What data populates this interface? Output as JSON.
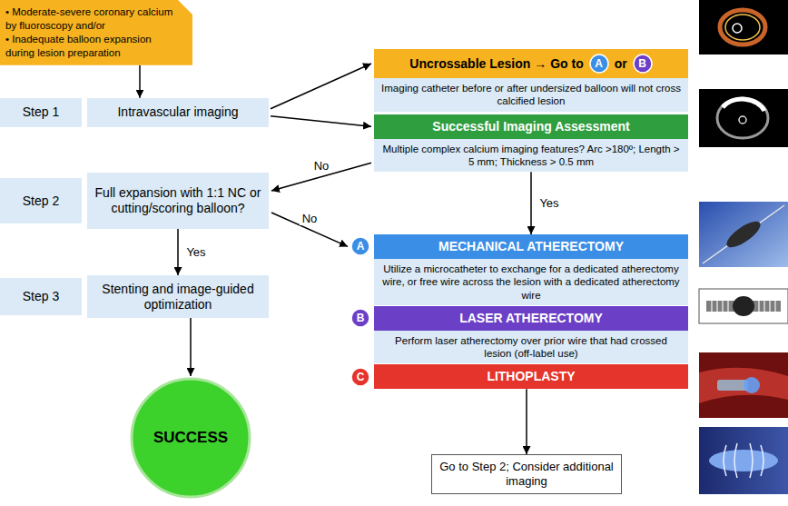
{
  "diagram": {
    "nodes": [
      {
        "text": [
          "• Moderate-severe coronary calcium by fluoroscopy and/or",
          "• Inadequate balloon expansion during lesion preparation"
        ]
      },
      {
        "text": [
          "Step 1"
        ]
      },
      {
        "text": [
          "Intravascular imaging"
        ]
      },
      {
        "text": [
          "Step 2"
        ]
      },
      {
        "text": [
          "Full expansion with 1:1 NC or cutting/scoring balloon?"
        ]
      },
      {
        "text": [
          "Step 3"
        ]
      },
      {
        "text": [
          "Stenting and image-guided optimization"
        ]
      },
      {
        "text": [
          "SUCCESS"
        ]
      },
      {
        "text": [
          "Uncrossable Lesion → Go to",
          "or",
          "Imaging catheter before or after undersized balloon will not cross calcified lesion"
        ]
      },
      {
        "text": [
          "A"
        ],
        "in": 8
      },
      {
        "text": [
          "B"
        ],
        "in": 8
      },
      {
        "text": [
          "Successful Imaging Assessment",
          "Multiple complex calcium imaging features? Arc >180º; Length > 5 mm; Thickness > 0.5 mm"
        ]
      },
      {
        "text": [
          "A"
        ]
      },
      {
        "text": [
          "MECHANICAL ATHERECTOMY",
          "Utilize a microcatheter to exchange for a dedicated atherectomy wire, or free wire across the lesion with a dedicated atherectomy wire"
        ]
      },
      {
        "text": [
          "B"
        ]
      },
      {
        "text": [
          "LASER ATHERECTOMY",
          "Perform laser atherectomy over prior wire that had crossed lesion (off-label use)"
        ]
      },
      {
        "text": [
          "C"
        ]
      },
      {
        "text": [
          "LITHOPLASTY"
        ]
      },
      {
        "text": [
          "Go to Step 2; Consider additional imaging"
        ]
      }
    ],
    "edges": [
      {
        "from": 0,
        "to": 2,
        "arrow": "to"
      },
      {
        "from": 2,
        "to": 8,
        "arrow": "to"
      },
      {
        "from": 2,
        "to": 11,
        "arrow": "to"
      },
      {
        "from": 11,
        "to": 4,
        "label": "No",
        "arrow": "to"
      },
      {
        "from": 11,
        "to": 13,
        "label": "Yes",
        "arrow": "to"
      },
      {
        "from": 4,
        "to": 12,
        "label": "No",
        "arrow": "to"
      },
      {
        "from": 4,
        "to": 6,
        "label": "Yes",
        "arrow": "to"
      },
      {
        "from": 6,
        "to": 7,
        "arrow": "to"
      },
      {
        "from": 17,
        "to": 18,
        "arrow": "to"
      }
    ]
  }
}
